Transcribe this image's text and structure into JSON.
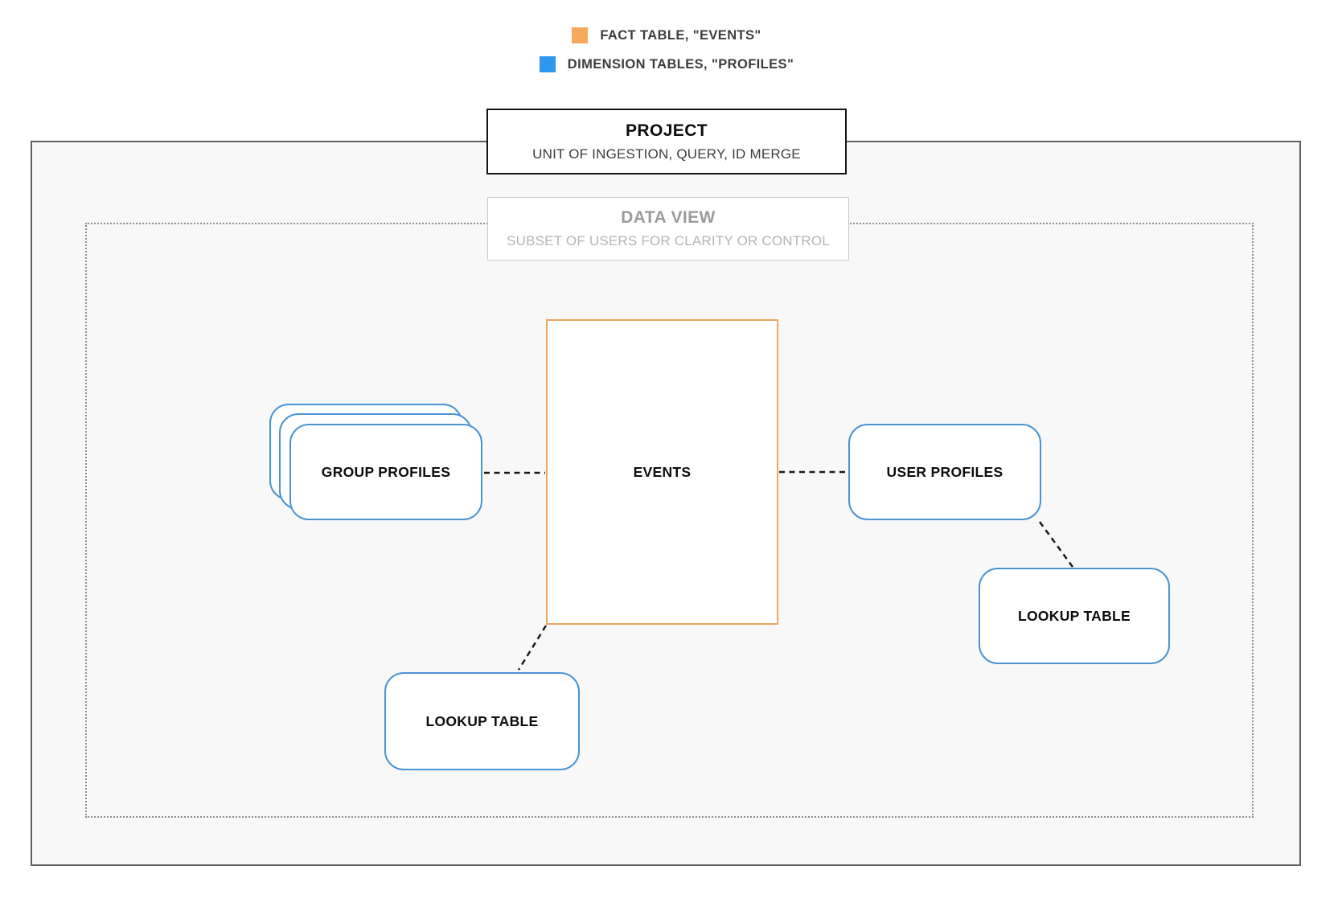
{
  "legend": {
    "items": [
      {
        "name": "fact-table",
        "label": "FACT TABLE, \"EVENTS\"",
        "color": "#f5a95c"
      },
      {
        "name": "dimension-tables",
        "label": "DIMENSION TABLES, \"PROFILES\"",
        "color": "#2f97ef"
      }
    ]
  },
  "containers": {
    "project": {
      "title": "PROJECT",
      "subtitle": "UNIT OF INGESTION, QUERY, ID MERGE"
    },
    "data_view": {
      "title": "DATA VIEW",
      "subtitle": "SUBSET OF USERS FOR CLARITY OR CONTROL"
    }
  },
  "nodes": {
    "events": {
      "label": "EVENTS",
      "type": "fact"
    },
    "group_profiles": {
      "label": "GROUP PROFILES",
      "type": "dimension",
      "stacked": 3
    },
    "user_profiles": {
      "label": "USER PROFILES",
      "type": "dimension"
    },
    "lookup_table_right": {
      "label": "LOOKUP TABLE",
      "type": "dimension"
    },
    "lookup_table_bottom": {
      "label": "LOOKUP TABLE",
      "type": "dimension"
    }
  },
  "edges": [
    {
      "from": "group_profiles",
      "to": "events"
    },
    {
      "from": "events",
      "to": "user_profiles"
    },
    {
      "from": "user_profiles",
      "to": "lookup_table_right"
    },
    {
      "from": "events",
      "to": "lookup_table_bottom"
    }
  ],
  "colors": {
    "fact_border": "#eda75d",
    "dimension_border": "#4a93d4",
    "connector": "#1a1a1a",
    "outer_border": "#5f5f5f",
    "inner_border": "#8f8f8f",
    "project_area_bg": "#f8f8f9"
  }
}
